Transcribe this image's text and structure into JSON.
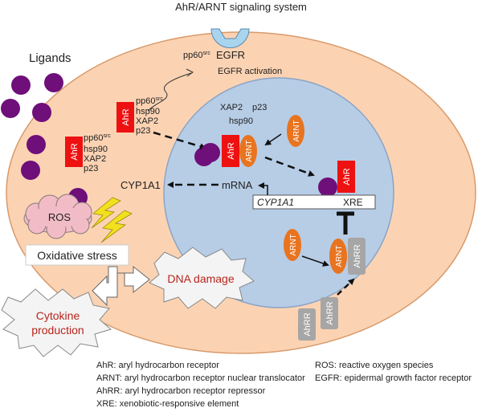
{
  "title": "AhR/ARNT signaling system",
  "labels": {
    "ligands": "Ligands",
    "egfr": "EGFR",
    "egfr_activation": "EGFR activation",
    "pp60": "pp60",
    "src": "src",
    "hsp90": "hsp90",
    "xap2": "XAP2",
    "p23": "p23",
    "ahr": "AhR",
    "arnt": "ARNT",
    "ahrr": "AhRR",
    "cyp1a1": "CYP1A1",
    "mrna": "mRNA",
    "xre": "XRE",
    "ros": "ROS",
    "oxidative_stress": "Oxidative stress",
    "dna_damage": "DNA damage",
    "cytokine_line1": "Cytokine",
    "cytokine_line2": "production"
  },
  "legend": {
    "left": [
      "AhR: aryl hydrocarbon receptor",
      "ARNT: aryl hydrocarbon receptor nuclear translocator",
      "AhRR: aryl hydrocarbon receptor repressor",
      "XRE: xenobiotic-responsive element"
    ],
    "right": [
      "ROS: reactive oxygen species",
      "EGFR: epidermal growth factor receptor"
    ]
  },
  "colors": {
    "cell": "#fbd3b3",
    "cell_border": "#d89a6a",
    "nucleus": "#b7cde6",
    "nucleus_border": "#8aa4c6",
    "ahr": "#ee1111",
    "arnt": "#e9741f",
    "ahrr": "#a6a6a6",
    "ligand": "#6e0f7a",
    "ros": "#f2bcc6",
    "lightning": "#f2e01e",
    "egfr": "#a9d4ee",
    "text_red": "#b8241c"
  }
}
